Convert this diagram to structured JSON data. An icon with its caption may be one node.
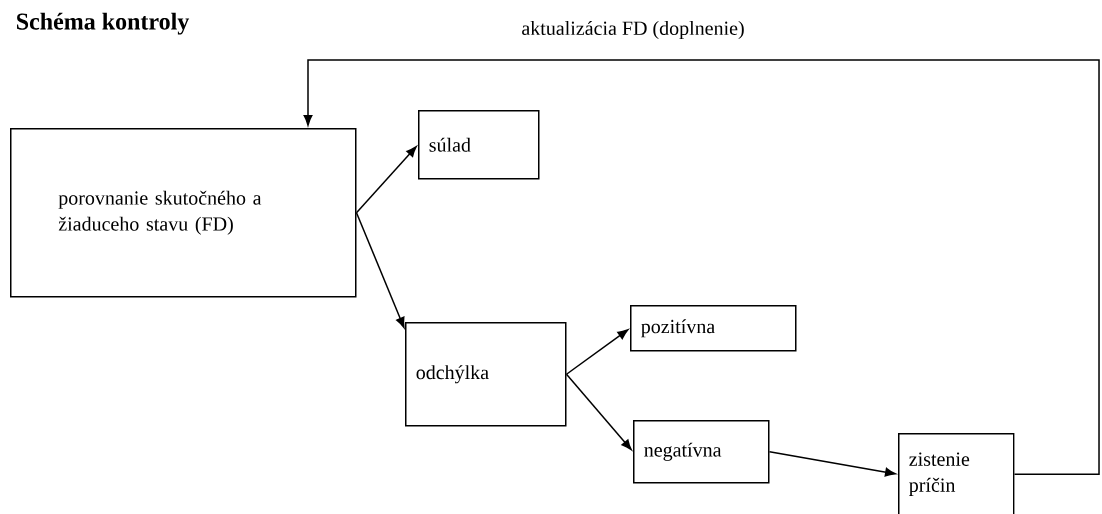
{
  "diagram": {
    "title": "Schéma kontroly",
    "nodes": [
      {
        "text": [
          "porovnanie skutočného a žiaduceho stavu (FD)"
        ]
      },
      {
        "text": [
          "súlad"
        ]
      },
      {
        "text": [
          "odchýlka"
        ]
      },
      {
        "text": [
          "pozitívna"
        ]
      },
      {
        "text": [
          "negatívna"
        ]
      },
      {
        "text": [
          "zistenie príčin"
        ]
      }
    ],
    "edges": [
      {
        "from": 0,
        "to": 1,
        "arrow": "to"
      },
      {
        "from": 0,
        "to": 2,
        "arrow": "to"
      },
      {
        "from": 2,
        "to": 3,
        "arrow": "to"
      },
      {
        "from": 2,
        "to": 4,
        "arrow": "to"
      },
      {
        "from": 4,
        "to": 5,
        "arrow": "to"
      },
      {
        "from": 5,
        "to": 0,
        "arrow": "to",
        "label": "aktualizácia FD (doplnenie)"
      }
    ]
  }
}
